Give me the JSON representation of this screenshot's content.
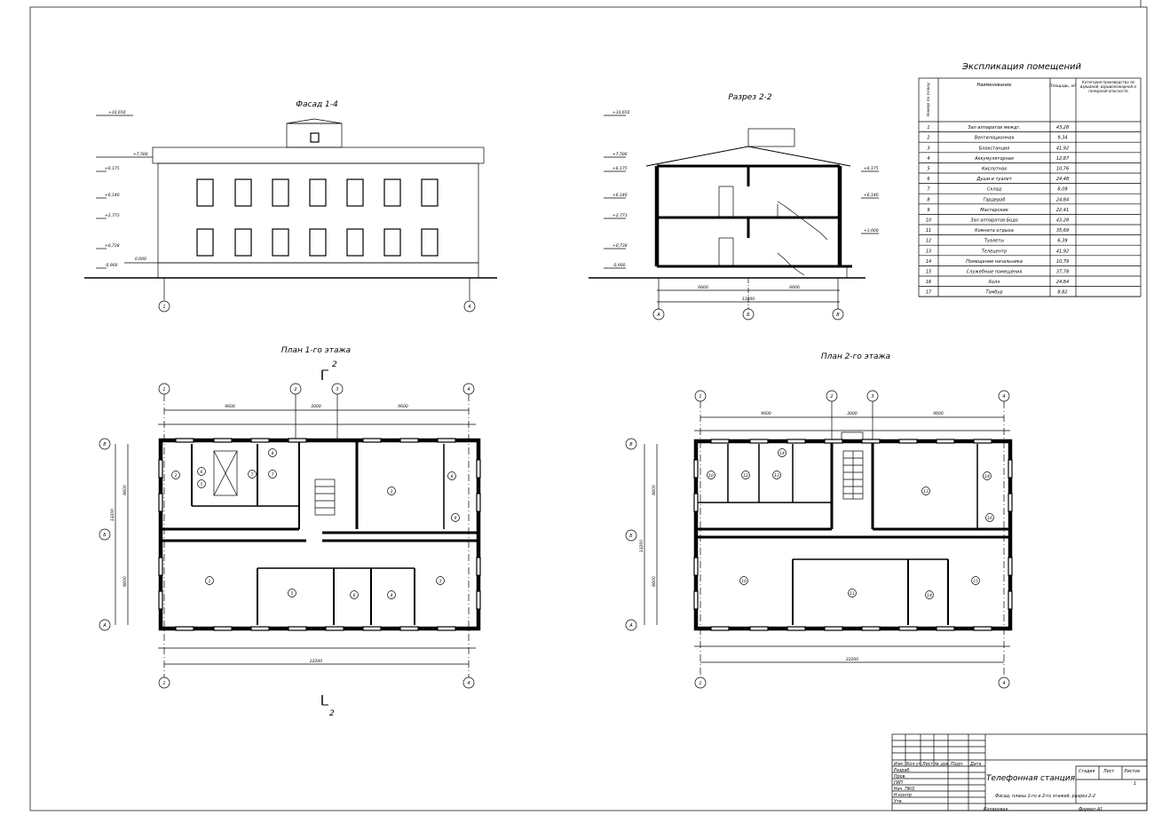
{
  "drawing": {
    "facade_title": "Фасад 1-4",
    "section_title": "Разрез 2-2",
    "plan1_title": "План 1-го этажа",
    "plan2_title": "План 2-го этажа",
    "section_mark": "2"
  },
  "facade": {
    "elevations": [
      "+10,650",
      "+7,500",
      "+6,175",
      "+6,140",
      "+2,773",
      "+0,738",
      "-0,900"
    ],
    "zero_mark": "0,000",
    "axis_labels": [
      "1",
      "4"
    ]
  },
  "section": {
    "elevations": [
      "+10,650",
      "+7,500",
      "+6,175",
      "+6,140",
      "+2,773",
      "+0,738",
      "-0,900"
    ],
    "right_elevations": [
      "+6,175",
      "+6,140",
      "+3,600"
    ],
    "dim_left": "6600",
    "dim_right": "6600",
    "dim_total": "13200",
    "axis_labels": [
      "А",
      "Б",
      "В"
    ]
  },
  "plans": {
    "top_axes": [
      "1",
      "2",
      "3",
      "4"
    ],
    "side_axes": [
      "В",
      "Б",
      "А"
    ],
    "span_dims": [
      "9600",
      "3000",
      "9600"
    ],
    "total_width": "22200",
    "side_dims": [
      "6600",
      "6600"
    ],
    "side_total": "13200"
  },
  "rooms_table": {
    "title": "Экспликация помещений",
    "headers": [
      "Номер по плану",
      "Наименование",
      "Площадь, м²",
      "Категория производства по взрывной, взрывопожарной и пожарной опасности"
    ],
    "rows": [
      {
        "no": "1",
        "name": "Зал аппаратов междг.",
        "area": "43,28"
      },
      {
        "no": "2",
        "name": "Вентиляционная",
        "area": "9,34"
      },
      {
        "no": "3",
        "name": "Блокстанция",
        "area": "41,92"
      },
      {
        "no": "4",
        "name": "Аккумуляторная",
        "area": "12,87"
      },
      {
        "no": "5",
        "name": "Кислотная",
        "area": "10,76"
      },
      {
        "no": "6",
        "name": "Души и туалет",
        "area": "24,48"
      },
      {
        "no": "7",
        "name": "Склад",
        "area": "8,09"
      },
      {
        "no": "8",
        "name": "Гардероб",
        "area": "24,84"
      },
      {
        "no": "9",
        "name": "Мастерские",
        "area": "22,41"
      },
      {
        "no": "10",
        "name": "Зал аппаратов Бодо",
        "area": "43,28"
      },
      {
        "no": "11",
        "name": "Комната отдыха",
        "area": "35,69"
      },
      {
        "no": "12",
        "name": "Туалеты",
        "area": "6,39"
      },
      {
        "no": "13",
        "name": "Телецентр",
        "area": "41,92"
      },
      {
        "no": "14",
        "name": "Помещение начальника",
        "area": "10,79"
      },
      {
        "no": "15",
        "name": "Служебные помещения",
        "area": "37,78"
      },
      {
        "no": "16",
        "name": "Холл",
        "area": "24,84"
      },
      {
        "no": "17",
        "name": "Тамбур",
        "area": "8,82"
      }
    ]
  },
  "title_block": {
    "project_name": "Телефонная станция",
    "sheet_desc": "Фасад, планы 1-го и 2-го этажей, разрез 2-2",
    "stage_label": "Стадия",
    "sheet_label": "Лист",
    "sheets_label": "Листов",
    "sheets_value": "1",
    "col_headers": [
      "Изм.",
      "Кол.уч.",
      "Лист",
      "№ док.",
      "Подп.",
      "Дата"
    ],
    "roles": [
      "Разраб.",
      "Пров.",
      "ГИП",
      "Нач. ПКО",
      "Н.контр",
      "Утв."
    ],
    "copied": "Копировал",
    "format": "Формат  А1"
  }
}
